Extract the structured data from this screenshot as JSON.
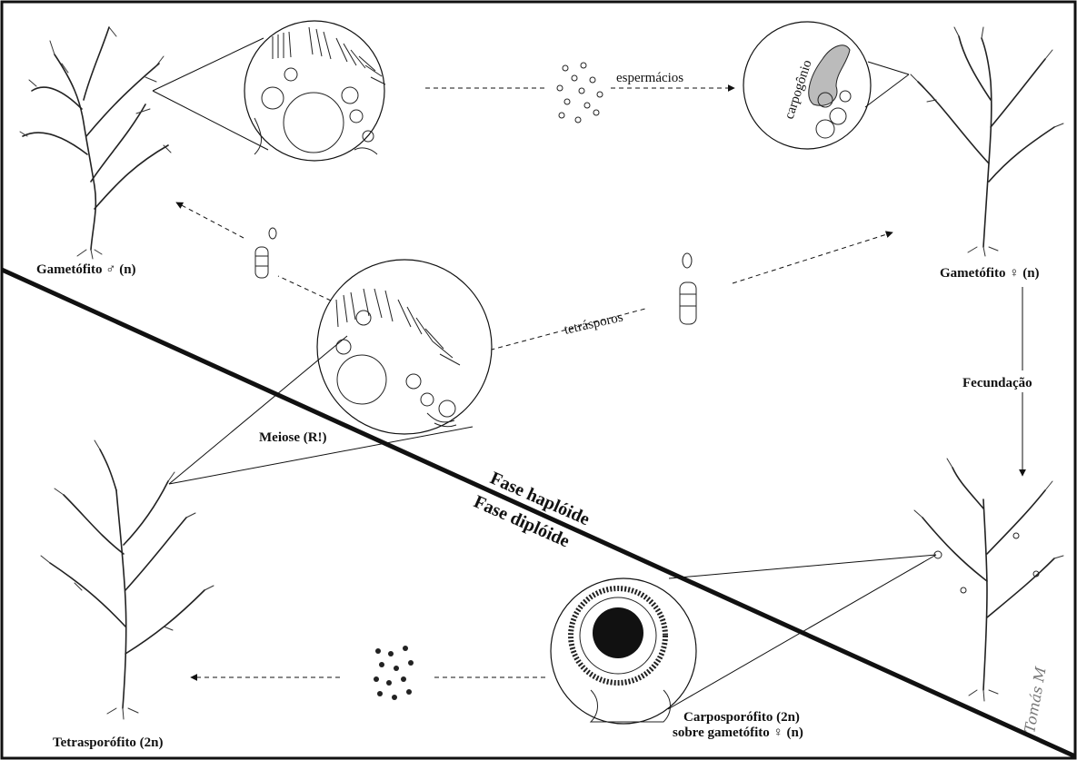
{
  "labels": {
    "male_gametophyte": "Gametófito ♂ (n)",
    "female_gametophyte": "Gametófito ♀ (n)",
    "spermatia": "espermácios",
    "carpogonium": "carpogônio",
    "tetraspores": "tetrásporos",
    "fertilization": "Fecundação",
    "meiosis": "Meiose (R!)",
    "haploid_phase": "Fase haplóide",
    "diploid_phase": "Fase diplóide",
    "carposporophyte_line1": "Carposporófito (2n)",
    "carposporophyte_line2": "sobre gametófito ♀ (n)",
    "tetrasporophyte": "Tetrasporófito (2n)",
    "signature": "Tomás M"
  },
  "icons": [
    "arrow-head-icon",
    "plant-illustration",
    "micro-section-circle"
  ]
}
